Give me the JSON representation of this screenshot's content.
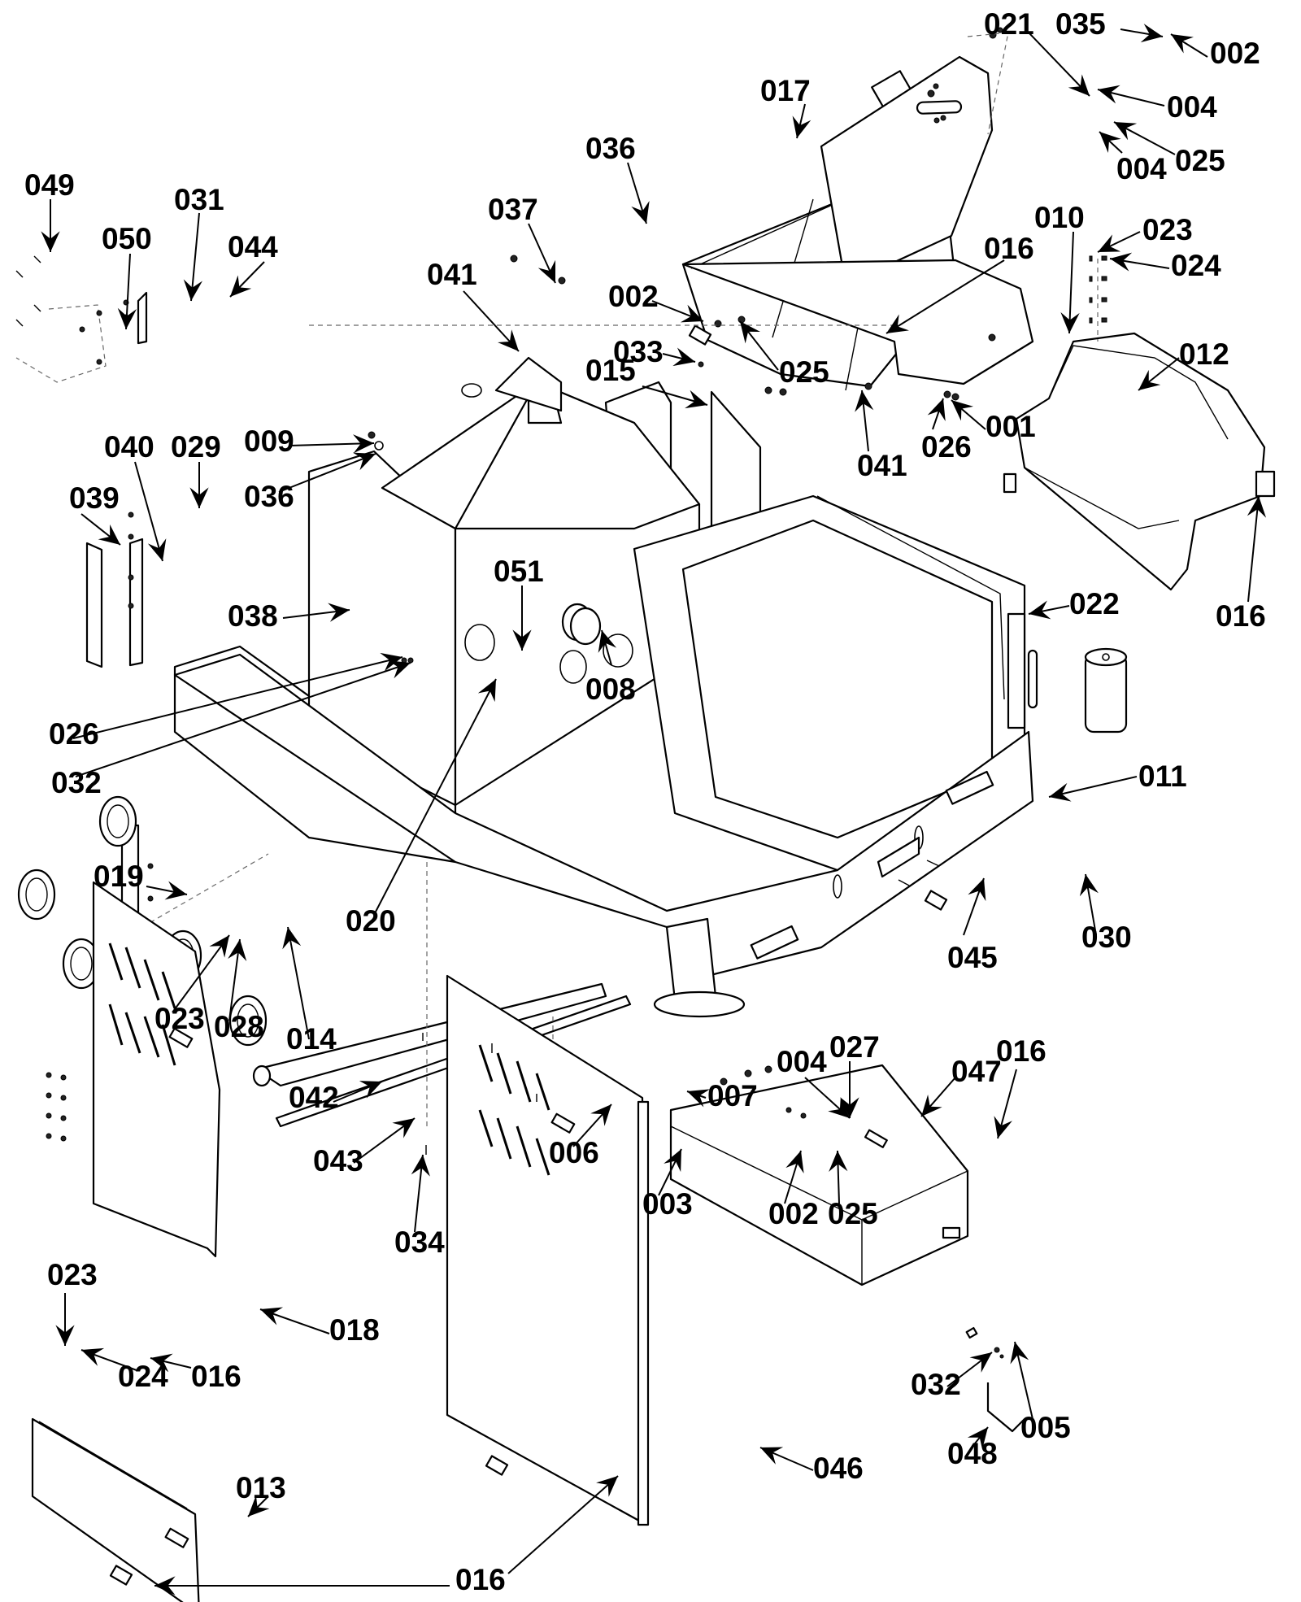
{
  "diagram": {
    "type": "exploded-parts-view",
    "subject": "machine main frame assembly with covers, panels, tanks and fasteners",
    "colors": {
      "ink": "#000000",
      "paper": "#ffffff",
      "hidden_line": "#666666"
    }
  },
  "callouts": [
    {
      "id": "c-021",
      "label": "021"
    },
    {
      "id": "c-035",
      "label": "035"
    },
    {
      "id": "c-002a",
      "label": "002"
    },
    {
      "id": "c-017",
      "label": "017"
    },
    {
      "id": "c-004a",
      "label": "004"
    },
    {
      "id": "c-025a",
      "label": "025"
    },
    {
      "id": "c-004b",
      "label": "004"
    },
    {
      "id": "c-036a",
      "label": "036"
    },
    {
      "id": "c-049",
      "label": "049"
    },
    {
      "id": "c-031",
      "label": "031"
    },
    {
      "id": "c-037",
      "label": "037"
    },
    {
      "id": "c-010",
      "label": "010"
    },
    {
      "id": "c-023a",
      "label": "023"
    },
    {
      "id": "c-050",
      "label": "050"
    },
    {
      "id": "c-044",
      "label": "044"
    },
    {
      "id": "c-016a",
      "label": "016"
    },
    {
      "id": "c-024a",
      "label": "024"
    },
    {
      "id": "c-041a",
      "label": "041"
    },
    {
      "id": "c-002b",
      "label": "002"
    },
    {
      "id": "c-033",
      "label": "033"
    },
    {
      "id": "c-012",
      "label": "012"
    },
    {
      "id": "c-015",
      "label": "015"
    },
    {
      "id": "c-025b",
      "label": "025"
    },
    {
      "id": "c-001",
      "label": "001"
    },
    {
      "id": "c-026a",
      "label": "026"
    },
    {
      "id": "c-041b",
      "label": "041"
    },
    {
      "id": "c-040",
      "label": "040"
    },
    {
      "id": "c-029",
      "label": "029"
    },
    {
      "id": "c-009",
      "label": "009"
    },
    {
      "id": "c-039",
      "label": "039"
    },
    {
      "id": "c-036b",
      "label": "036"
    },
    {
      "id": "c-016b",
      "label": "016"
    },
    {
      "id": "c-051",
      "label": "051"
    },
    {
      "id": "c-022",
      "label": "022"
    },
    {
      "id": "c-038",
      "label": "038"
    },
    {
      "id": "c-008",
      "label": "008"
    },
    {
      "id": "c-026b",
      "label": "026"
    },
    {
      "id": "c-032a",
      "label": "032"
    },
    {
      "id": "c-011",
      "label": "011"
    },
    {
      "id": "c-019",
      "label": "019"
    },
    {
      "id": "c-020",
      "label": "020"
    },
    {
      "id": "c-045",
      "label": "045"
    },
    {
      "id": "c-030",
      "label": "030"
    },
    {
      "id": "c-023b",
      "label": "023"
    },
    {
      "id": "c-028",
      "label": "028"
    },
    {
      "id": "c-014",
      "label": "014"
    },
    {
      "id": "c-027",
      "label": "027"
    },
    {
      "id": "c-004c",
      "label": "004"
    },
    {
      "id": "c-047",
      "label": "047"
    },
    {
      "id": "c-016c",
      "label": "016"
    },
    {
      "id": "c-042",
      "label": "042"
    },
    {
      "id": "c-007",
      "label": "007"
    },
    {
      "id": "c-043",
      "label": "043"
    },
    {
      "id": "c-006",
      "label": "006"
    },
    {
      "id": "c-003",
      "label": "003"
    },
    {
      "id": "c-002c",
      "label": "002"
    },
    {
      "id": "c-025c",
      "label": "025"
    },
    {
      "id": "c-034",
      "label": "034"
    },
    {
      "id": "c-023c",
      "label": "023"
    },
    {
      "id": "c-018",
      "label": "018"
    },
    {
      "id": "c-024b",
      "label": "024"
    },
    {
      "id": "c-016d",
      "label": "016"
    },
    {
      "id": "c-032b",
      "label": "032"
    },
    {
      "id": "c-005",
      "label": "005"
    },
    {
      "id": "c-048",
      "label": "048"
    },
    {
      "id": "c-046",
      "label": "046"
    },
    {
      "id": "c-013",
      "label": "013"
    },
    {
      "id": "c-016e",
      "label": "016"
    }
  ]
}
